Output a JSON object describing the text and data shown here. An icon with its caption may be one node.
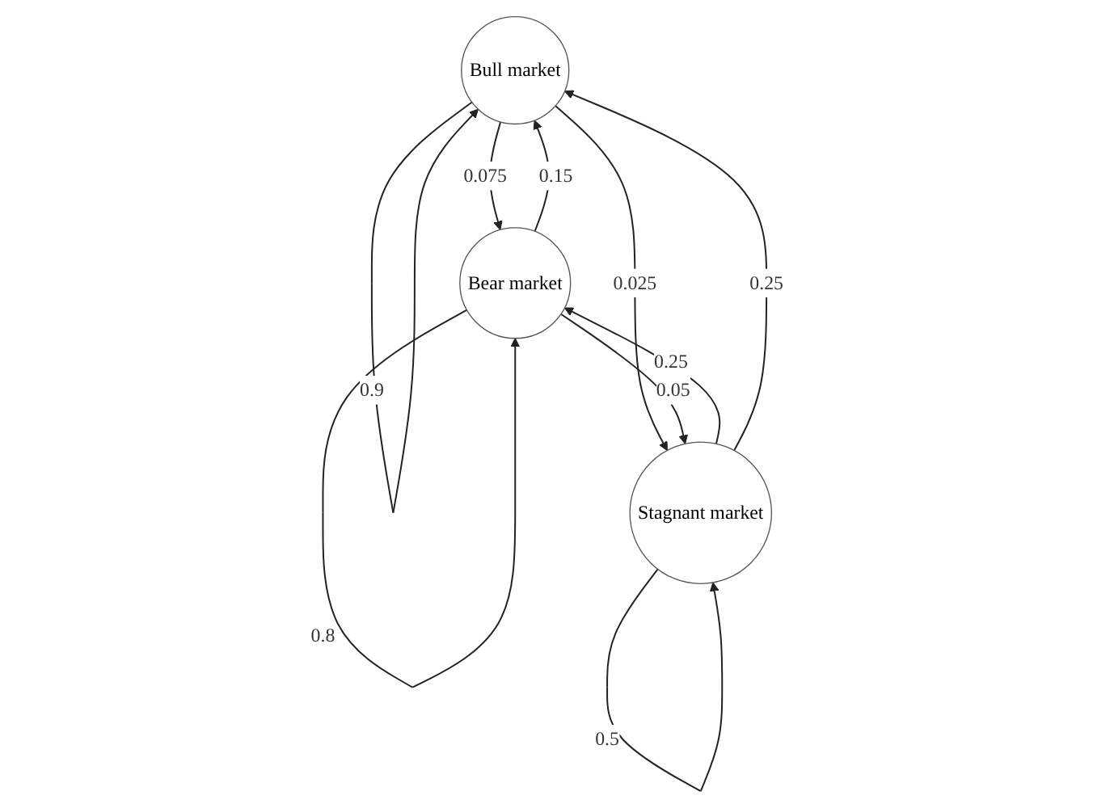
{
  "diagram": {
    "nodes": [
      {
        "text": [
          "Bull market"
        ]
      },
      {
        "text": [
          "Bear market"
        ]
      },
      {
        "text": [
          "Stagnant market"
        ]
      }
    ],
    "edges": [
      {
        "from": 0,
        "to": 0,
        "arrow": "to",
        "label": "0.9"
      },
      {
        "from": 0,
        "to": 1,
        "arrow": "to",
        "label": "0.075"
      },
      {
        "from": 1,
        "to": 1,
        "arrow": "to",
        "label": "0.8"
      },
      {
        "from": 1,
        "to": 0,
        "arrow": "to",
        "label": "0.15"
      },
      {
        "from": 0,
        "to": 2,
        "arrow": "to",
        "label": "0.025"
      },
      {
        "from": 2,
        "to": 1,
        "arrow": "to",
        "label": "0.25"
      },
      {
        "from": 2,
        "to": 0,
        "arrow": "to",
        "label": "0.25"
      },
      {
        "from": 1,
        "to": 2,
        "arrow": "to",
        "label": "0.05"
      },
      {
        "from": 2,
        "to": 2,
        "arrow": "to",
        "label": "0.5"
      }
    ]
  }
}
